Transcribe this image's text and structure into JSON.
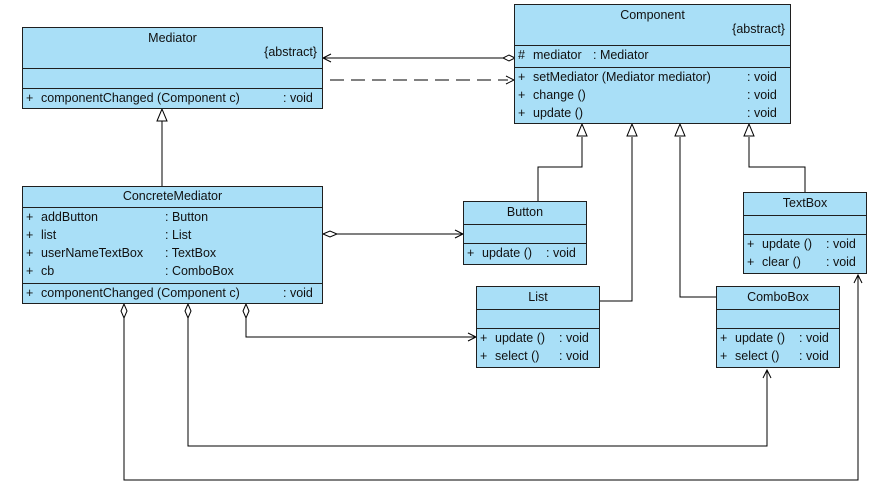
{
  "colors": {
    "class_fill": "#a9dff7",
    "border": "#1f1f1f",
    "line": "#000000"
  },
  "classes": {
    "mediator": {
      "name": "Mediator",
      "stereotype": "{abstract}",
      "operations": [
        {
          "vis": "+",
          "text": "componentChanged (Component c)",
          "type": ": void"
        }
      ]
    },
    "component": {
      "name": "Component",
      "stereotype": "{abstract}",
      "attributes": [
        {
          "vis": "#",
          "text": "mediator",
          "type": ": Mediator"
        }
      ],
      "operations": [
        {
          "vis": "+",
          "text": "setMediator (Mediator mediator)",
          "type": ": void"
        },
        {
          "vis": "+",
          "text": "change ()",
          "type": ": void"
        },
        {
          "vis": "+",
          "text": "update ()",
          "type": ": void"
        }
      ]
    },
    "concrete": {
      "name": "ConcreteMediator",
      "attributes": [
        {
          "vis": "+",
          "text": "addButton",
          "type": ": Button"
        },
        {
          "vis": "+",
          "text": "list",
          "type": ": List"
        },
        {
          "vis": "+",
          "text": "userNameTextBox",
          "type": ": TextBox"
        },
        {
          "vis": "+",
          "text": "cb",
          "type": ": ComboBox"
        }
      ],
      "operations": [
        {
          "vis": "+",
          "text": "componentChanged (Component c)",
          "type": ": void"
        }
      ]
    },
    "button": {
      "name": "Button",
      "operations": [
        {
          "vis": "+",
          "text": "update ()",
          "type": ": void"
        }
      ]
    },
    "textbox": {
      "name": "TextBox",
      "operations": [
        {
          "vis": "+",
          "text": "update ()",
          "type": ": void"
        },
        {
          "vis": "+",
          "text": "clear ()",
          "type": ": void"
        }
      ]
    },
    "list": {
      "name": "List",
      "operations": [
        {
          "vis": "+",
          "text": "update ()",
          "type": ": void"
        },
        {
          "vis": "+",
          "text": "select ()",
          "type": ": void"
        }
      ]
    },
    "combobox": {
      "name": "ComboBox",
      "operations": [
        {
          "vis": "+",
          "text": "update ()",
          "type": ": void"
        },
        {
          "vis": "+",
          "text": "select ()",
          "type": ": void"
        }
      ]
    }
  }
}
